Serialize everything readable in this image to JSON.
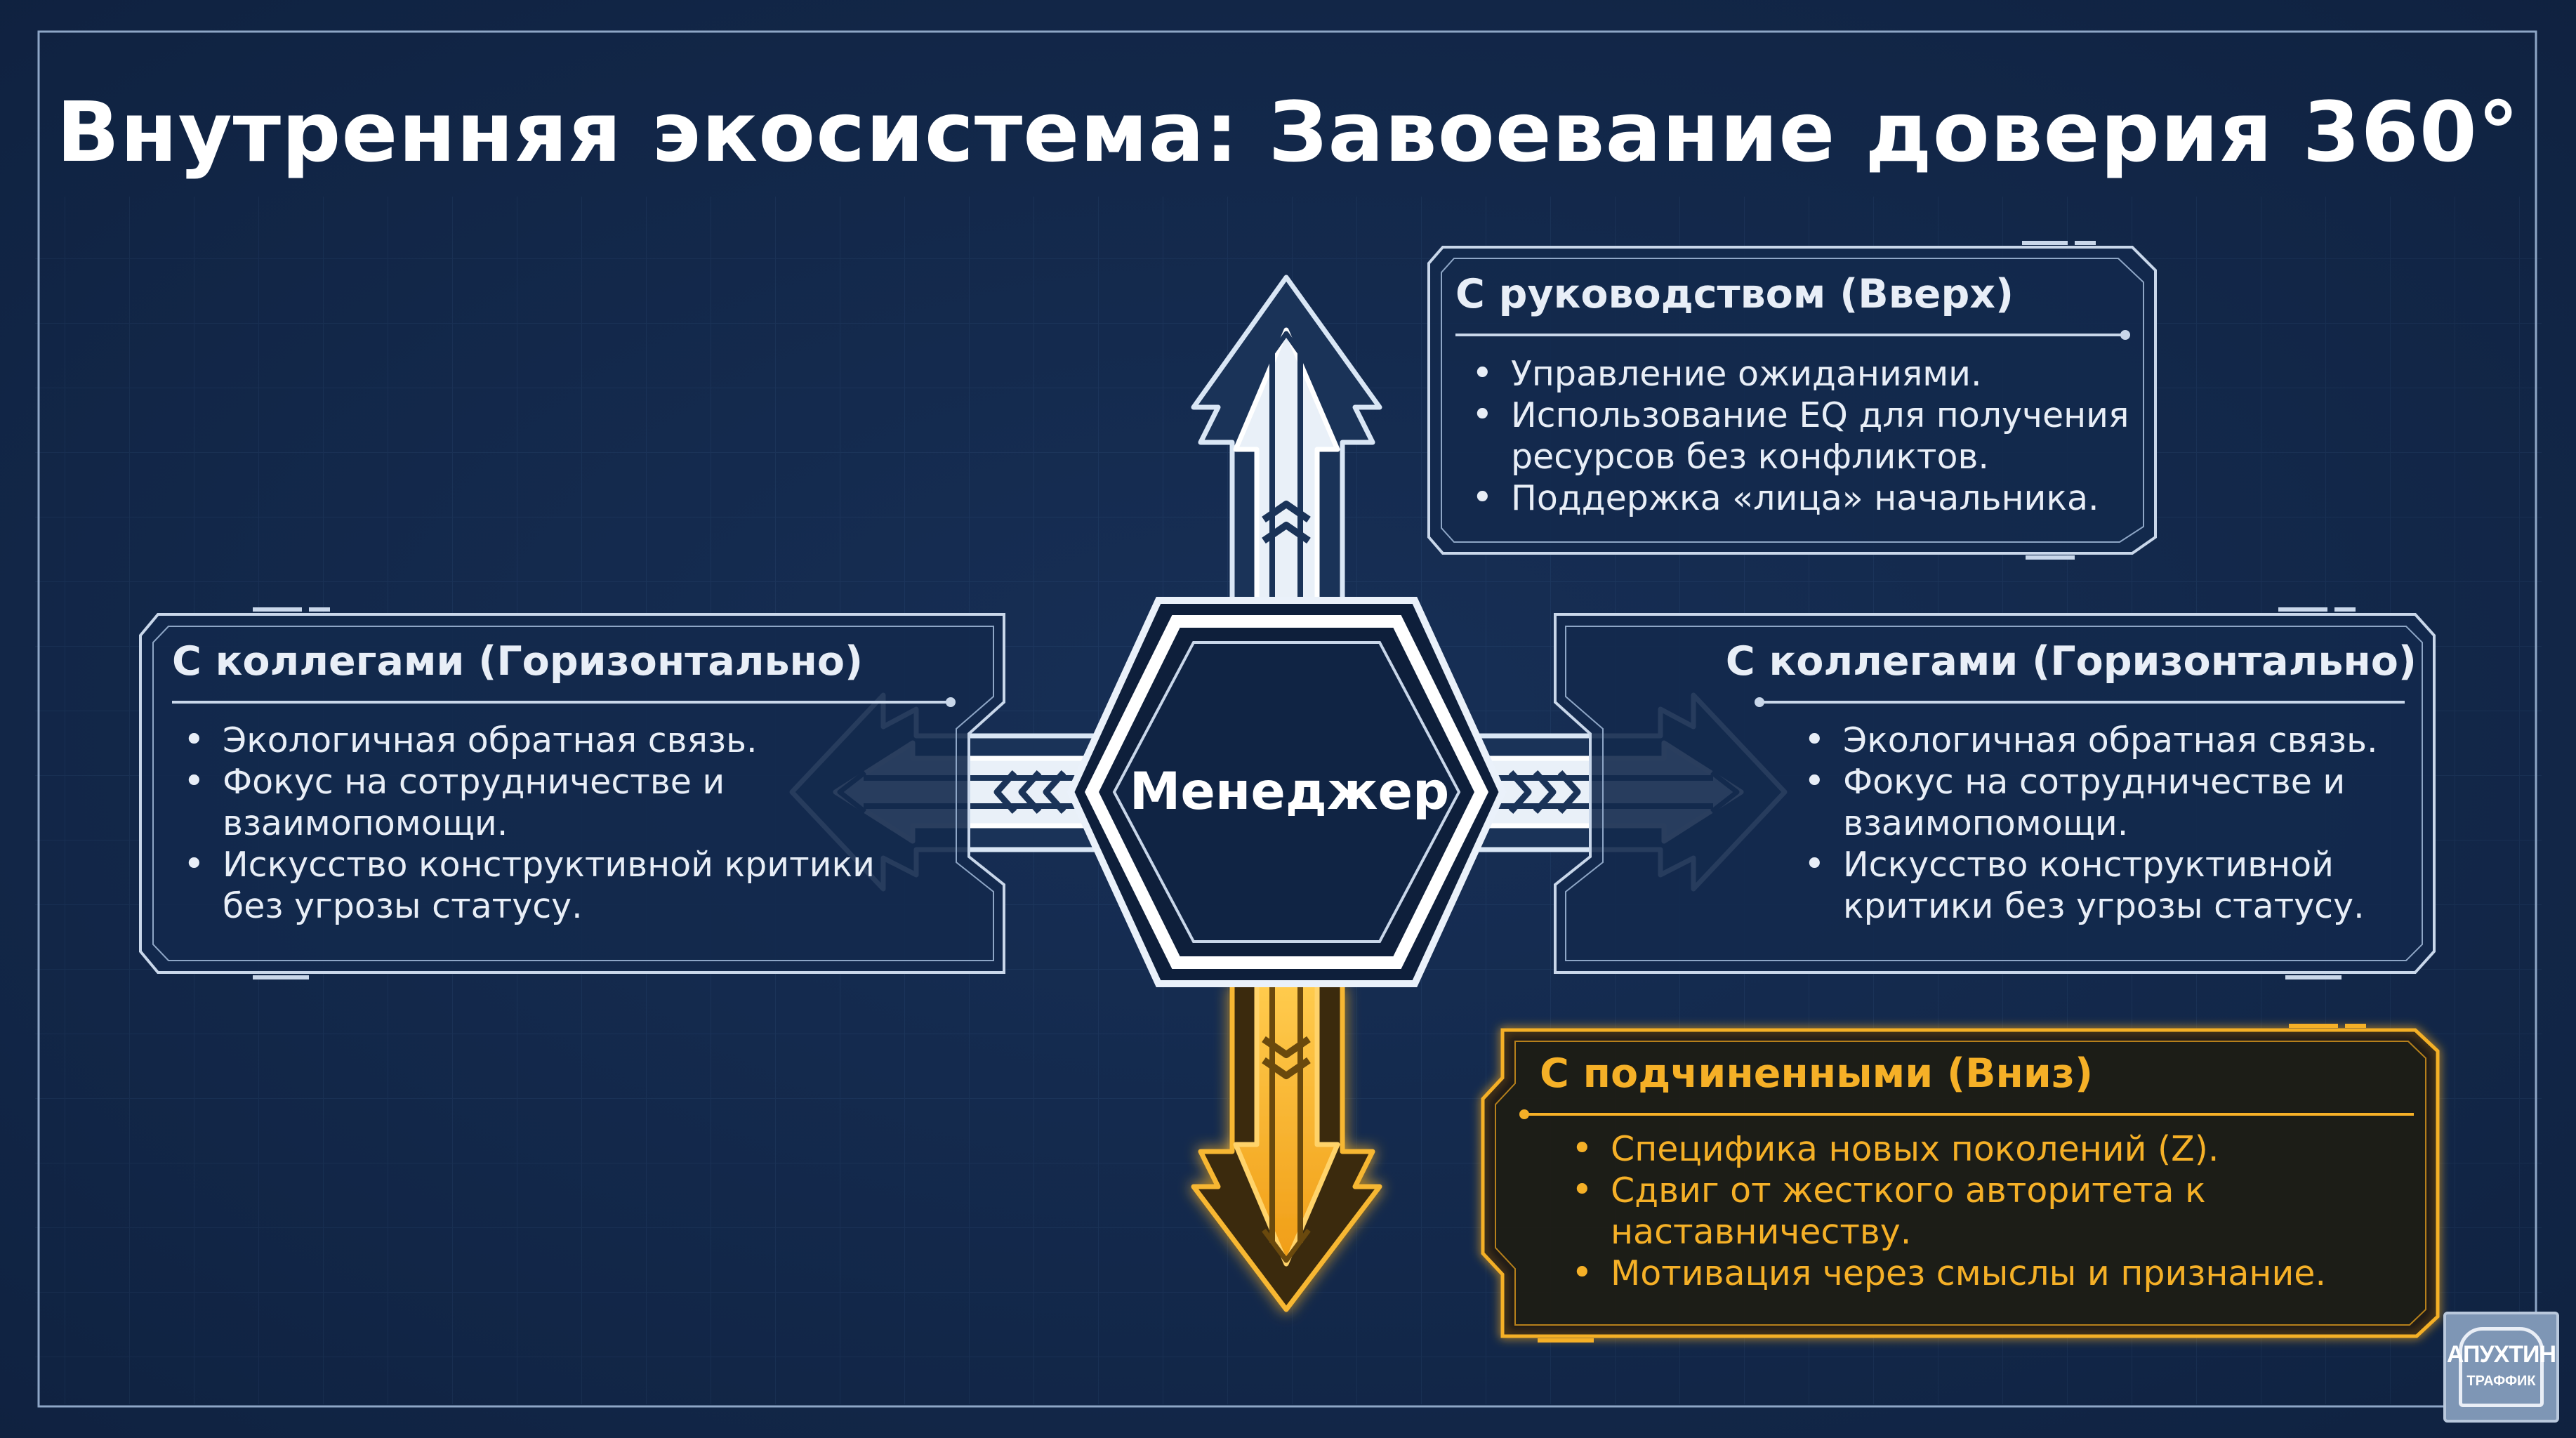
{
  "title": "Внутренняя экосистема: Завоевание доверия 360°",
  "center": {
    "label": "Менеджер"
  },
  "boxes": {
    "up": {
      "heading": "С руководством (Вверх)",
      "bullets": [
        "Управление ожиданиями.",
        "Использование EQ для получения ресурсов без конфликтов.",
        "Поддержка «лица» начальника."
      ]
    },
    "left": {
      "heading": "С коллегами (Горизонтально)",
      "bullets": [
        "Экологичная обратная связь.",
        "Фокус на сотрудничестве и взаимопомощи.",
        "Искусство конструктивной критики без угрозы статусу."
      ]
    },
    "right": {
      "heading": "С коллегами (Горизонтально)",
      "bullets": [
        "Экологичная обратная связь.",
        "Фокус на сотрудничестве и взаимопомощи.",
        "Искусство конструктивной критики без угрозы статусу."
      ]
    },
    "down": {
      "heading": "С подчиненными (Вниз)",
      "bullets": [
        "Специфика новых поколений (Z).",
        "Сдвиг от жесткого авторитета к наставничеству.",
        "Мотивация через смыслы и признание."
      ]
    }
  },
  "logo": {
    "line1": "АПУХТИН",
    "line2": "ТРАФФИК"
  },
  "colors": {
    "background": "#13284a",
    "accent": "#f5b027",
    "box_border": "#c9d7ea",
    "text": "#e8eef7"
  }
}
